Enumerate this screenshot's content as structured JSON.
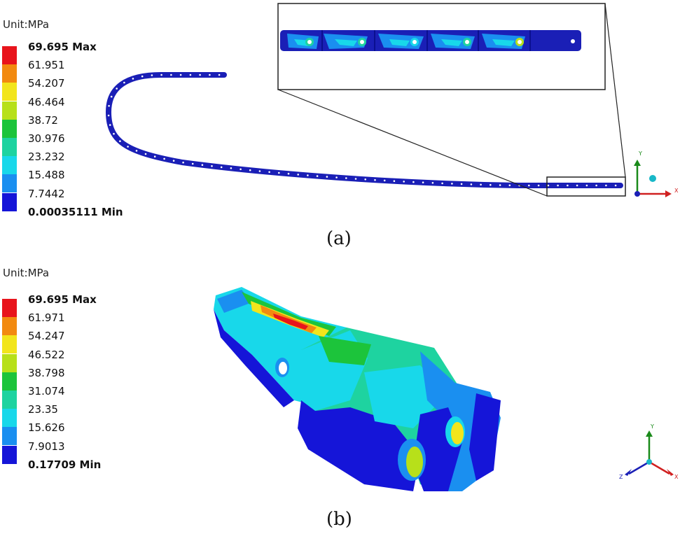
{
  "panel_a": {
    "unit_label": "Unit:MPa",
    "caption": "(a)",
    "legend": {
      "values": [
        "69.695 Max",
        "61.951",
        "54.207",
        "46.464",
        "38.72",
        "30.976",
        "23.232",
        "15.488",
        "7.7442",
        "0.00035111 Min"
      ],
      "colors": [
        "#e8141c",
        "#f28a10",
        "#f2e51c",
        "#b7e01a",
        "#1cc43b",
        "#1ed3a0",
        "#18d8ea",
        "#1a8ff0",
        "#1515d8"
      ]
    },
    "axis": {
      "y": "Y",
      "x": "X"
    }
  },
  "panel_b": {
    "unit_label": "Unit:MPa",
    "caption": "(b)",
    "legend": {
      "values": [
        "69.695 Max",
        "61.971",
        "54.247",
        "46.522",
        "38.798",
        "31.074",
        "23.35",
        "15.626",
        "7.9013",
        "0.17709 Min"
      ],
      "colors": [
        "#e8141c",
        "#f28a10",
        "#f2e51c",
        "#b7e01a",
        "#1cc43b",
        "#1ed3a0",
        "#18d8ea",
        "#1a8ff0",
        "#1515d8"
      ]
    },
    "axis": {
      "y": "Y",
      "x": "X",
      "z": "Z"
    }
  }
}
